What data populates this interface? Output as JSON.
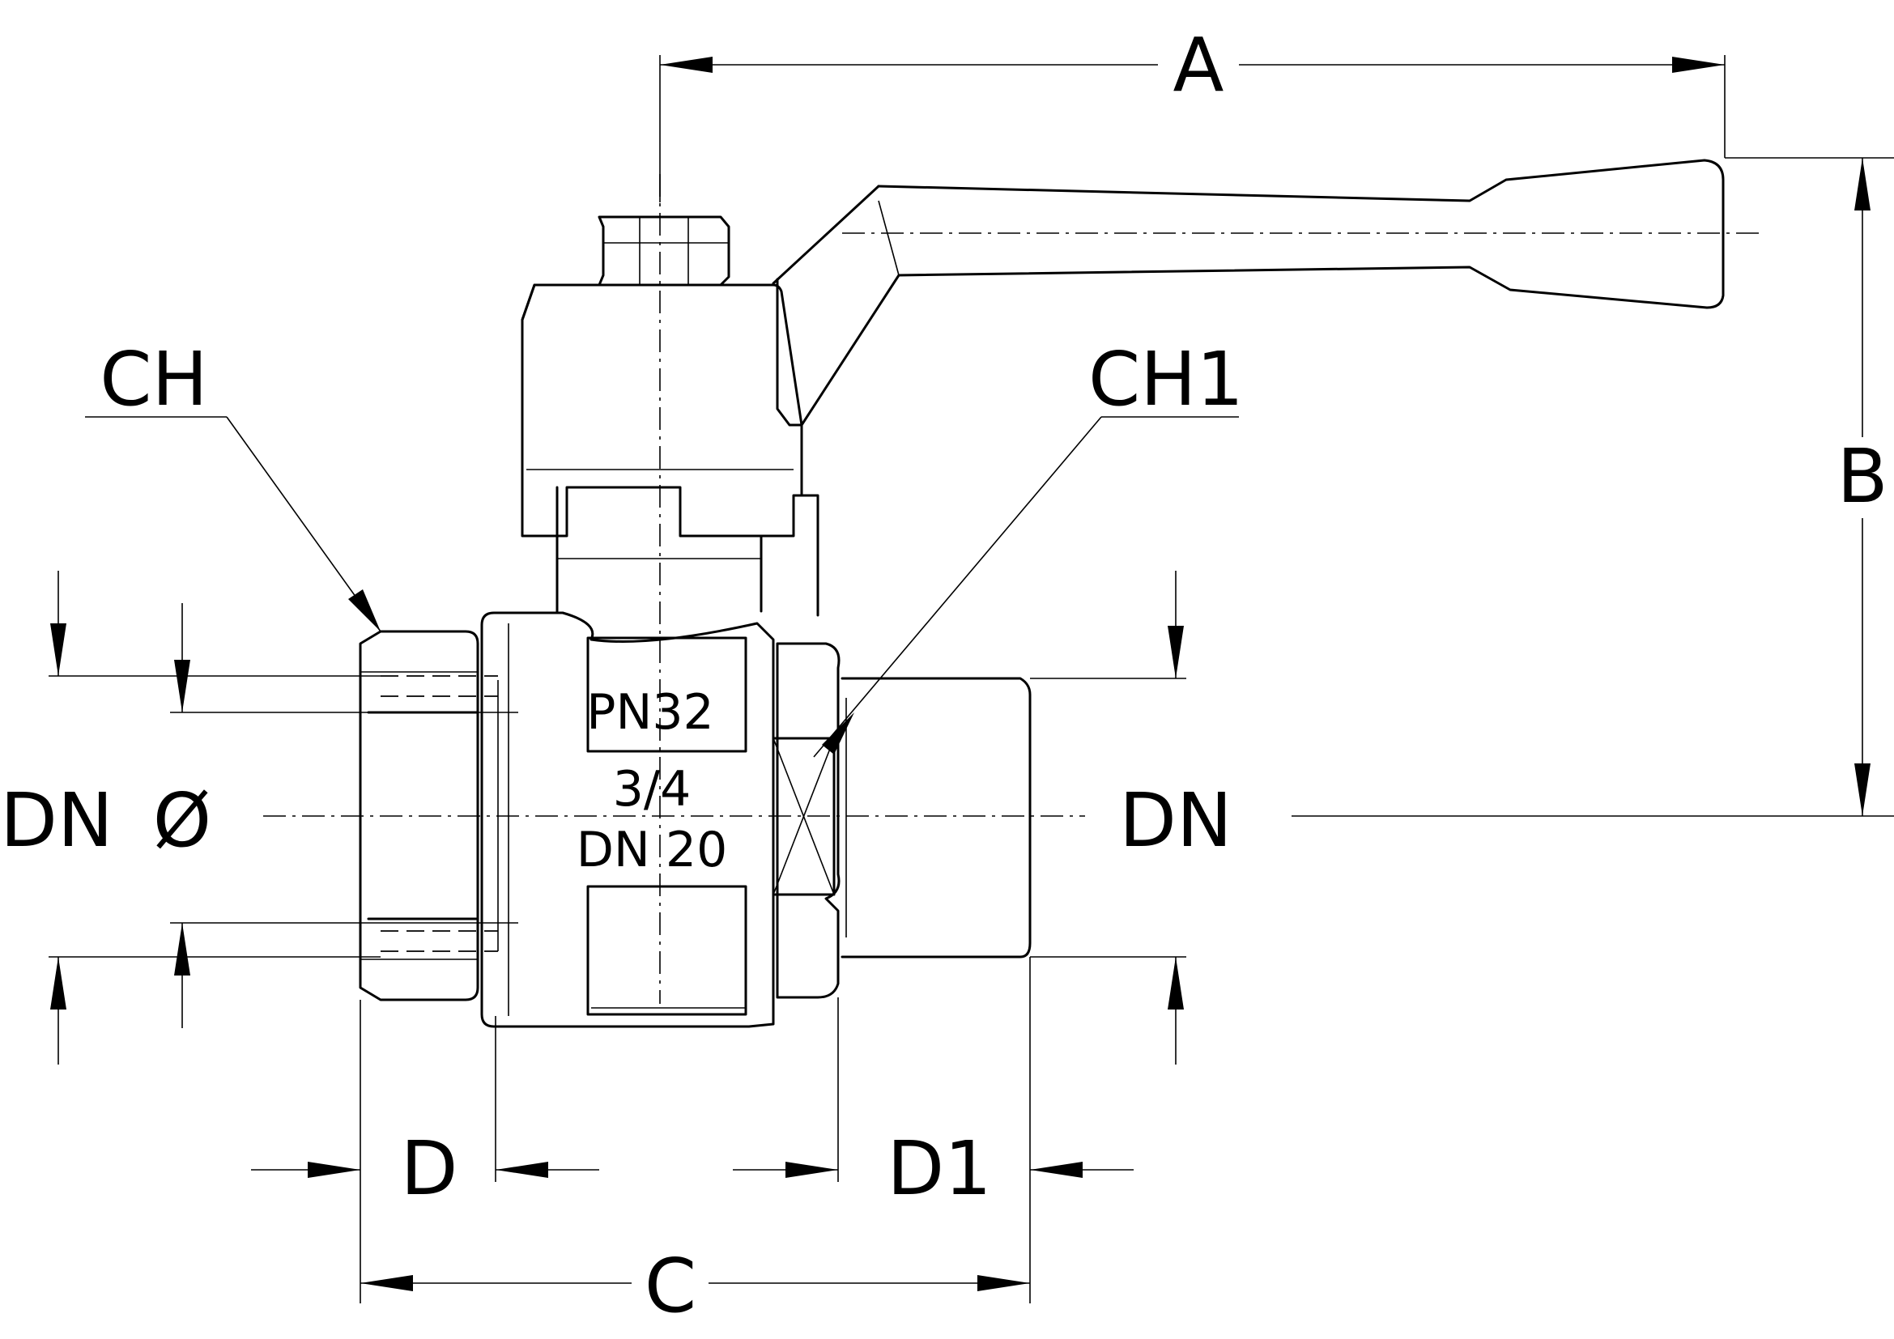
{
  "dimensions": {
    "A": "A",
    "B": "B",
    "C": "C",
    "D": "D",
    "D1": "D1",
    "CH": "CH",
    "CH1": "CH1",
    "DN_left": "DN",
    "dia": "Ø",
    "DN_right": "DN"
  },
  "body_marking": {
    "pressure": "PN32",
    "size": "3/4",
    "nominal": "DN  20"
  }
}
